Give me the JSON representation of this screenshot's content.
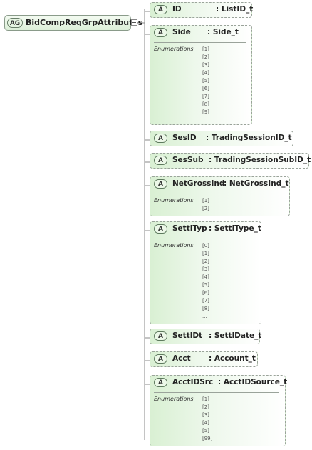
{
  "group": {
    "badge": "AG",
    "name": "BidCompReqGrpAttributes"
  },
  "attributes": [
    {
      "badge": "A",
      "name": "ID",
      "type": ": ListID_t",
      "enumerations": []
    },
    {
      "badge": "A",
      "name": "Side",
      "type": ": Side_t",
      "enumerations_label": "Enumerations",
      "enumerations": [
        "[1]",
        "[2]",
        "[3]",
        "[4]",
        "[5]",
        "[6]",
        "[7]",
        "[8]",
        "[9]",
        "..."
      ]
    },
    {
      "badge": "A",
      "name": "SesID",
      "type": ": TradingSessionID_t",
      "enumerations": []
    },
    {
      "badge": "A",
      "name": "SesSub",
      "type": ": TradingSessionSubID_t",
      "enumerations": []
    },
    {
      "badge": "A",
      "name": "NetGrossInd",
      "type": ": NetGrossInd_t",
      "enumerations_label": "Enumerations",
      "enumerations": [
        "[1]",
        "[2]"
      ]
    },
    {
      "badge": "A",
      "name": "SettlTyp",
      "type": ": SettlType_t",
      "enumerations_label": "Enumerations",
      "enumerations": [
        "[0]",
        "[1]",
        "[2]",
        "[3]",
        "[4]",
        "[5]",
        "[6]",
        "[7]",
        "[8]",
        "..."
      ]
    },
    {
      "badge": "A",
      "name": "SettlDt",
      "type": ": SettlDate_t",
      "enumerations": []
    },
    {
      "badge": "A",
      "name": "Acct",
      "type": ": Account_t",
      "enumerations": []
    },
    {
      "badge": "A",
      "name": "AcctIDSrc",
      "type": ": AcctIDSource_t",
      "enumerations_label": "Enumerations",
      "enumerations": [
        "[1]",
        "[2]",
        "[3]",
        "[4]",
        "[5]",
        "[99]"
      ]
    }
  ]
}
